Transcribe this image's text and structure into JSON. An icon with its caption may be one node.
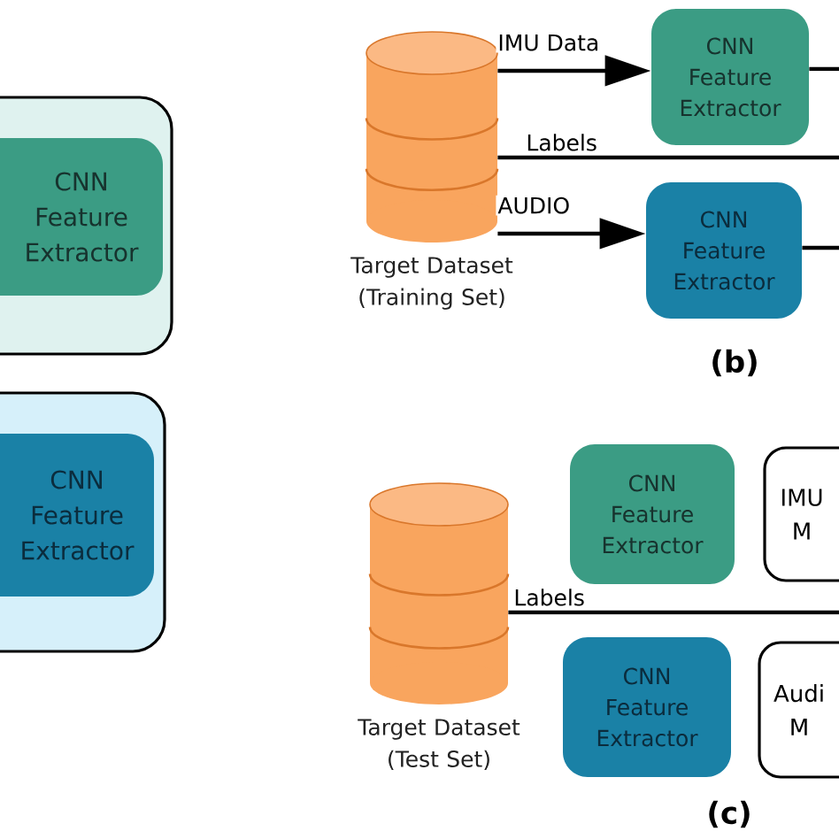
{
  "diagram": {
    "nodes": [
      {
        "text": [],
        "shape": "box"
      },
      {
        "text": [
          "CNN Feature Extractor"
        ],
        "in": 0
      },
      {
        "text": [],
        "shape": "box"
      },
      {
        "text": [
          "CNN Feature Extractor"
        ],
        "in": 2
      },
      {
        "text": [],
        "shape": "cylinder",
        "beside": [
          "Target Dataset (Training Set)"
        ]
      },
      {
        "text": [
          "CNN Feature Extractor"
        ]
      },
      {
        "text": [
          "CNN Feature Extractor"
        ]
      },
      {
        "text": [],
        "shape": "cylinder",
        "beside": [
          "Target Dataset (Test Set)"
        ]
      },
      {
        "text": [
          "CNN Feature Extractor"
        ]
      },
      {
        "text": [
          "IMU M"
        ]
      },
      {
        "text": [
          "CNN Feature Extractor"
        ]
      },
      {
        "text": [
          "Audi M"
        ]
      }
    ],
    "edges": [
      {
        "from": 4,
        "to": 5,
        "arrow": "to",
        "label": "IMU Data"
      },
      {
        "from": 4,
        "to": null,
        "arrow": "none",
        "label": "Labels"
      },
      {
        "from": 4,
        "to": 6,
        "arrow": "to",
        "label": "AUDIO"
      },
      {
        "from": 5,
        "to": null,
        "arrow": "none"
      },
      {
        "from": 6,
        "to": null,
        "arrow": "none"
      },
      {
        "from": 7,
        "to": null,
        "arrow": "none",
        "label": "Labels"
      }
    ],
    "labels": [
      "(b)",
      "(c)"
    ]
  }
}
